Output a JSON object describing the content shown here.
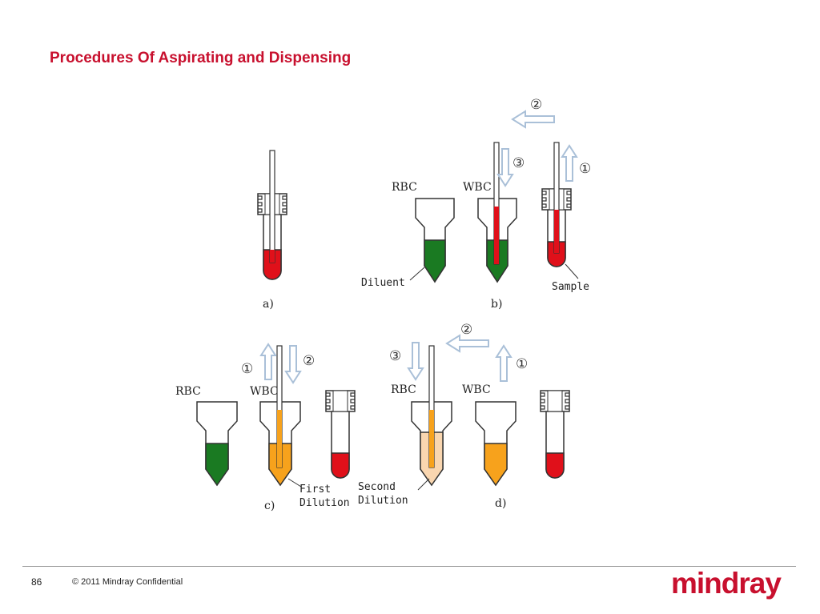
{
  "slide": {
    "title": "Procedures Of Aspirating and Dispensing"
  },
  "diagram": {
    "panel_a": {
      "caption": "a)"
    },
    "panel_b": {
      "caption": "b)",
      "rbc": "RBC",
      "wbc": "WBC",
      "diluent": "Diluent",
      "sample": "Sample",
      "step1": "①",
      "step2": "②",
      "step3": "③"
    },
    "panel_c": {
      "caption": "c)",
      "rbc": "RBC",
      "wbc": "WBC",
      "first_dilution_1": "First",
      "first_dilution_2": "Dilution",
      "step1": "①",
      "step2": "②"
    },
    "panel_d": {
      "caption": "d)",
      "rbc": "RBC",
      "wbc": "WBC",
      "second_dilution_1": "Second",
      "second_dilution_2": "Dilution",
      "step1": "①",
      "step2": "②",
      "step3": "③"
    },
    "colors": {
      "red": "#e0101a",
      "green": "#1a7a22",
      "orange": "#f7a21c",
      "peach": "#f9d6b0",
      "arrow": "#aac0d8"
    }
  },
  "footer": {
    "page_number": "86",
    "copyright": "© 2011 Mindray Confidential",
    "brand": "mindray"
  }
}
